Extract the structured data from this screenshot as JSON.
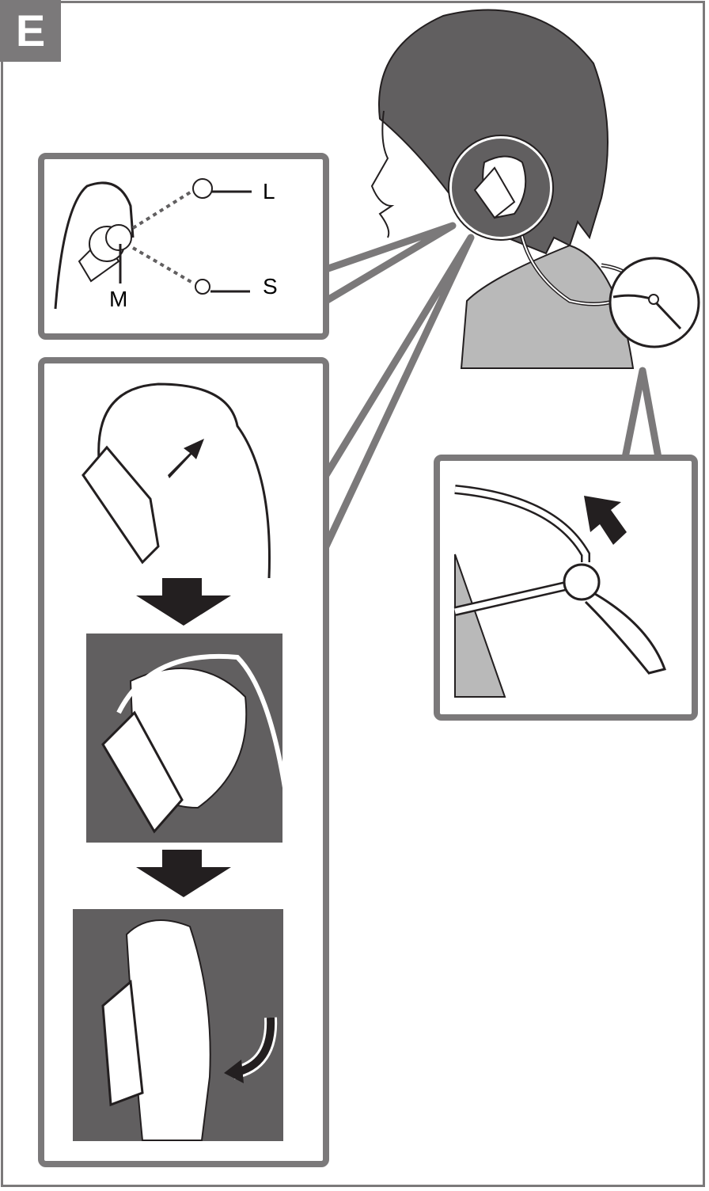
{
  "section": {
    "letter": "E"
  },
  "colors": {
    "frame": "#7b797a",
    "hair": "#615f60",
    "shirt": "#b9b9b9",
    "ink": "#231f20"
  },
  "size_callout": {
    "labels": [
      {
        "id": "large",
        "text": "L"
      },
      {
        "id": "medium",
        "text": "M"
      },
      {
        "id": "small",
        "text": "S"
      }
    ]
  },
  "steps": [
    {
      "id": "step-1",
      "description": "Hook earphone over ear (arrow up-right)"
    },
    {
      "id": "step-2",
      "description": "Earphone seated in ear"
    },
    {
      "id": "step-3",
      "description": "Adjust cord behind ear (curved arrow)"
    }
  ],
  "cord_callout": {
    "description": "Slide cord adjuster up (arrow up-left)"
  }
}
